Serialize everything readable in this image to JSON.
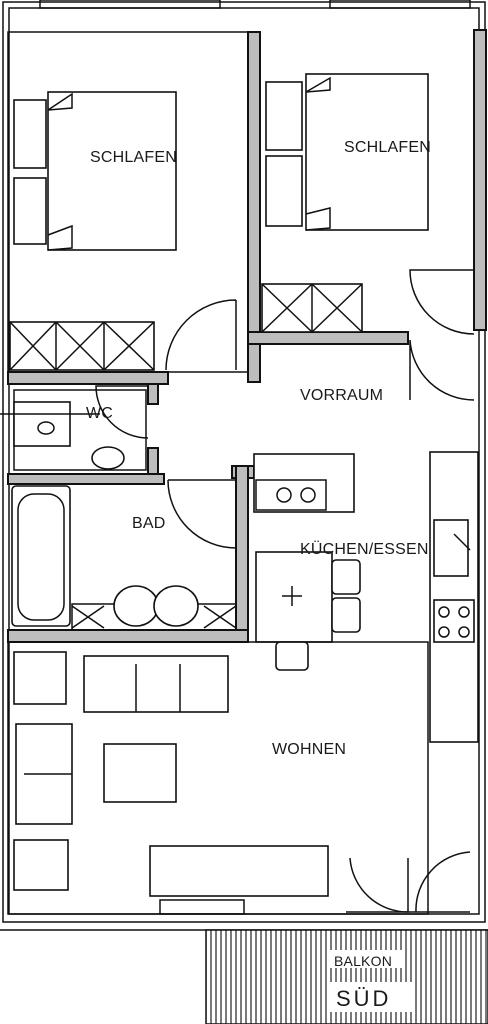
{
  "rooms": {
    "bedroom_left": "SCHLAFEN",
    "bedroom_right": "SCHLAFEN",
    "hallway": "VORRAUM",
    "toilet": "WC",
    "bathroom": "BAD",
    "kitchen_dining": "KÜCHEN/ESSEN",
    "living": "WOHNEN",
    "balcony": "BALKON",
    "orientation": "SÜD"
  }
}
